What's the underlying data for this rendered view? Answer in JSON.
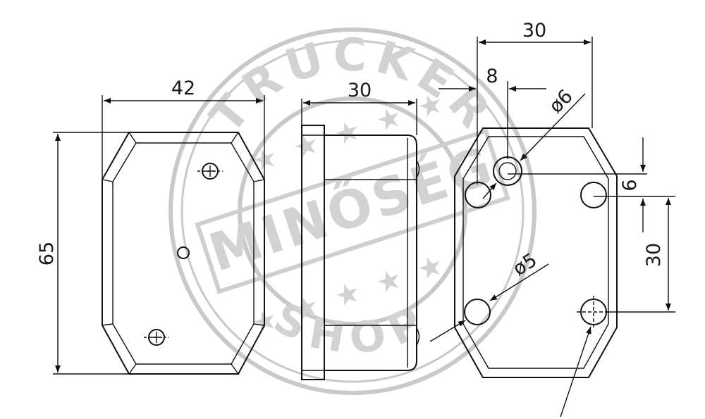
{
  "dimensions": {
    "front_width": "42",
    "front_height": "65",
    "side_width": "30",
    "rear_width": "30",
    "rear_offset": "8",
    "big_hole": "ø6",
    "small_hole": "ø5",
    "hole_offset": "6",
    "hole_spacing": "30"
  },
  "watermark": {
    "top": "TRUCKER",
    "middle": "MINŐSÉG",
    "bottom": "SHOP",
    "stars_top": "★ ★ ★ ★ ★",
    "stars_bottom": "★ ★ ★ ★ ★"
  },
  "colors": {
    "line": "#111111",
    "watermark": "#cfcfcf"
  }
}
